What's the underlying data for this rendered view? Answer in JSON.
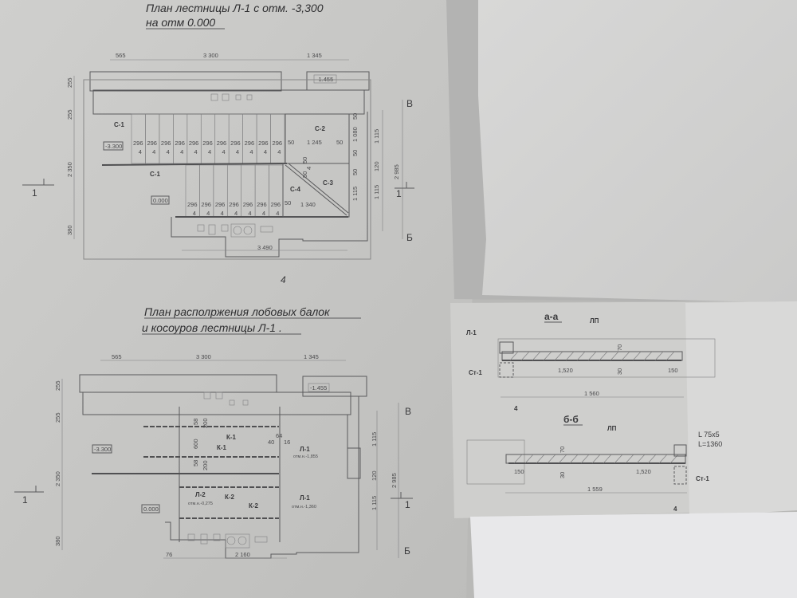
{
  "plan1": {
    "title_line1": "План лестницы Л-1 с отм. -3,300",
    "title_line2": "на отм 0.000",
    "dims_top": [
      "565",
      "3 300",
      "1 345"
    ],
    "level_top": "-1.455",
    "level_upper": "-3.300",
    "level_lower": "0.000",
    "labels": {
      "c1a": "С-1",
      "c1b": "С-1",
      "c2": "С-2",
      "c3": "С-3",
      "c4": "С-4"
    },
    "upper_treads": [
      "296",
      "296",
      "296",
      "296",
      "296",
      "296",
      "296",
      "296",
      "296",
      "296",
      "296"
    ],
    "lower_treads": [
      "296",
      "296",
      "296",
      "296",
      "296",
      "296",
      "296"
    ],
    "tread_gap": "4",
    "landing_dims": [
      "50",
      "1 245",
      "50"
    ],
    "landing_lower_dims": [
      "50",
      "1 340"
    ],
    "small_dims": [
      "50",
      "1 080",
      "50",
      "50",
      "4",
      "50",
      "50",
      "1 115"
    ],
    "right_dims": [
      "1 115",
      "120",
      "1 115",
      "2 985"
    ],
    "left_dims": [
      "255",
      "255",
      "2 350",
      "380"
    ],
    "axis_top": "В",
    "axis_bottom": "Б",
    "section_mark": "1",
    "bottom_dim": "3 490",
    "sheet_ref": "4"
  },
  "plan2": {
    "title_line1": "План  располржения лобовых балок",
    "title_line2": "и косоуров лестницы Л-1 .",
    "dims_top": [
      "565",
      "3 300",
      "1 345"
    ],
    "level_top": "-1.455",
    "level_upper": "-3.300",
    "level_lower": "0.000",
    "k1a": "К-1",
    "k1b": "К-1",
    "k2a": "К-2",
    "k2b": "К-2",
    "l1_upper": {
      "label": "Л-1",
      "elev": "отм.н.-1,855"
    },
    "l1_lower": {
      "label": "Л-1",
      "elev": "отм.н.-1,360"
    },
    "l2": {
      "label": "Л-2",
      "elev": "отм.н.-0,275"
    },
    "inner_dims": [
      "58",
      "200",
      "600",
      "58",
      "200",
      "64",
      "40",
      "16"
    ],
    "right_dims": [
      "1 115",
      "120",
      "1 115",
      "2 985"
    ],
    "left_dims": [
      "255",
      "255",
      "2 350",
      "380"
    ],
    "axis_top": "В",
    "axis_bottom": "Б",
    "section_mark": "1",
    "bottom_dims": [
      "76",
      "2 160"
    ]
  },
  "section_aa": {
    "title": "а-а",
    "slab": "ЛП",
    "beam": "Л-1",
    "column": "Ст-1",
    "dims": [
      "70",
      "30",
      "1,520",
      "150"
    ],
    "overall": "1 560",
    "sheet_ref": "4"
  },
  "section_bb": {
    "title": "б-б",
    "slab": "ЛП",
    "angle": "L 75x5",
    "angle_length": "L=1360",
    "column": "Ст-1",
    "dims": [
      "70",
      "30",
      "150",
      "1,520"
    ],
    "overall": "1 559",
    "sheet_ref": "4"
  },
  "colors": {
    "paper_left": "#c9c9c7",
    "paper_right": "#d6d6d5",
    "sheet_white": "#e9e9eb",
    "ink": "#3a3a3c"
  }
}
